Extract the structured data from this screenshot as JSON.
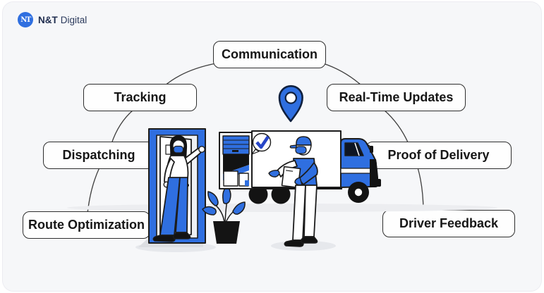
{
  "brand": {
    "monogram": "NT",
    "name_bold": "N&T",
    "name_regular": "Digital"
  },
  "features": {
    "communication": "Communication",
    "tracking": "Tracking",
    "real_time_updates": "Real-Time Updates",
    "dispatching": "Dispatching",
    "proof_of_delivery": "Proof of Delivery",
    "route_optimization": "Route Optimization",
    "driver_feedback": "Driver Feedback"
  },
  "illustration": {
    "icons": [
      "location-pin-icon",
      "checkmark-bubble-icon"
    ],
    "elements": [
      "delivery-truck",
      "delivery-person",
      "customer-at-door",
      "potted-plant"
    ]
  },
  "colors": {
    "accent_blue": "#2f6fe0",
    "check_blue": "#2746c8",
    "outline": "#1c1c1c",
    "card_background": "#f6f7f9",
    "label_background": "#fefefe",
    "brand_text": "#1e2c4e"
  }
}
